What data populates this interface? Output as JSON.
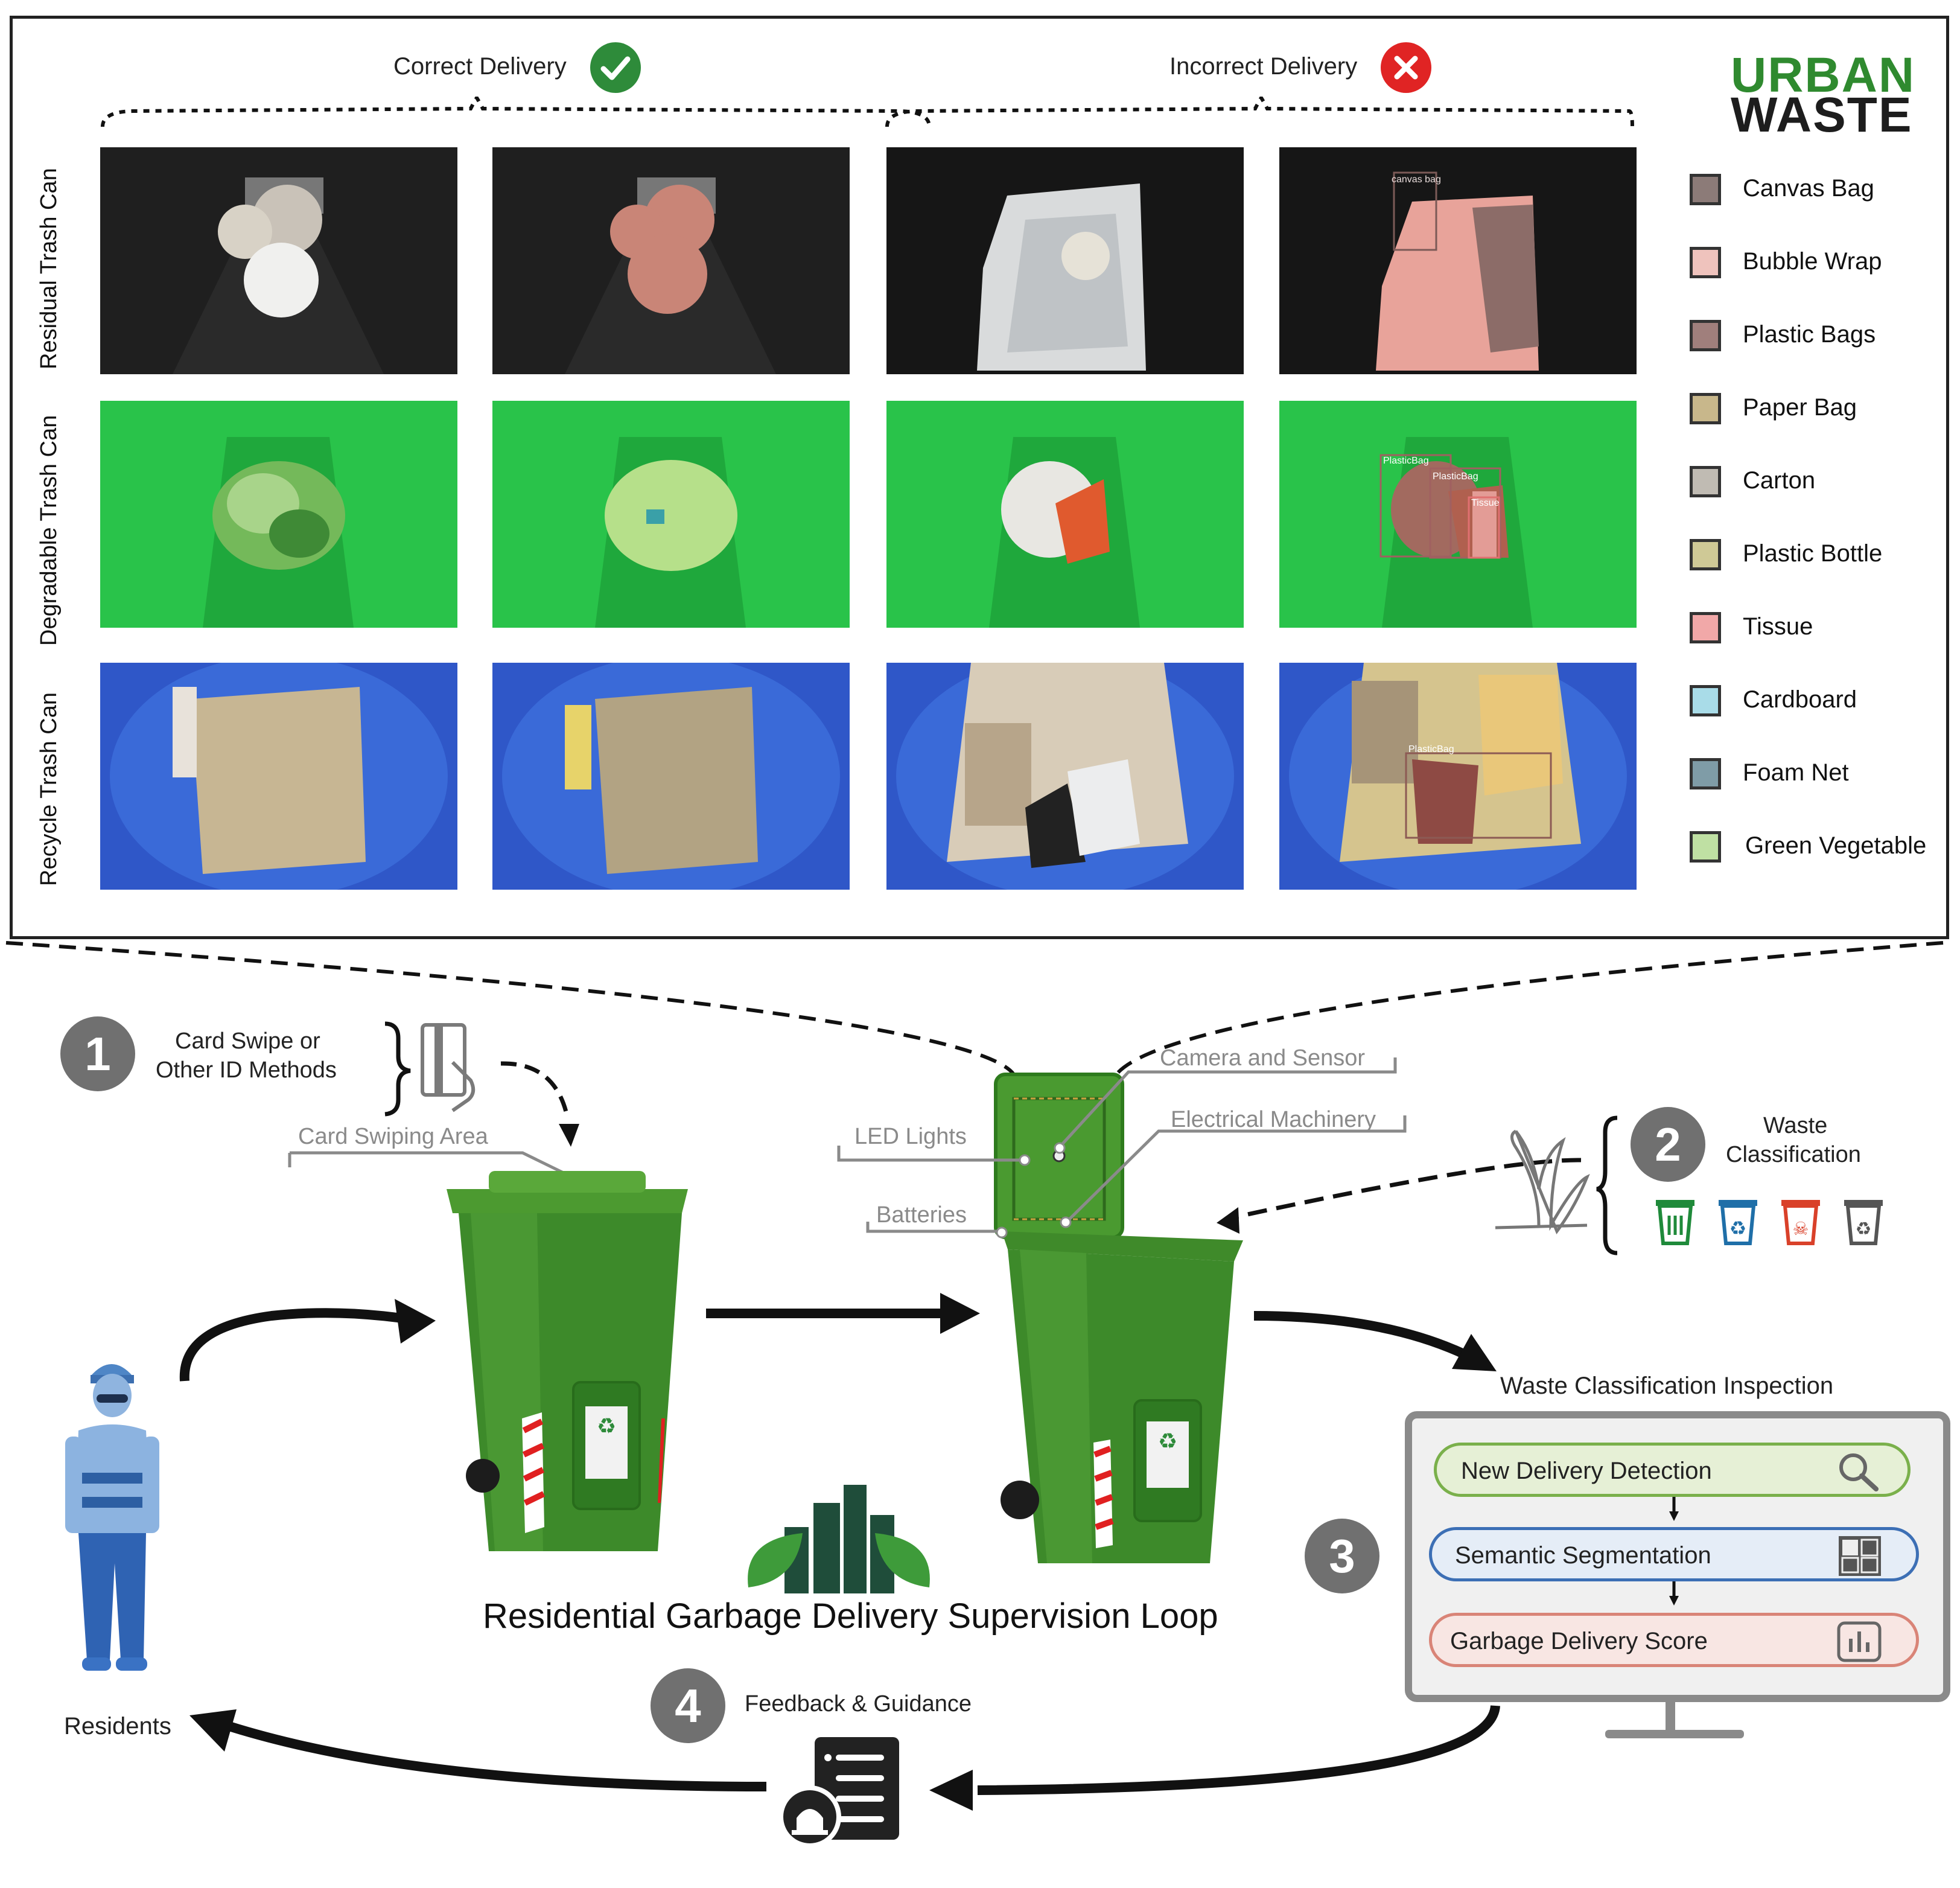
{
  "headers": {
    "correct": "Correct Delivery",
    "incorrect": "Incorrect Delivery"
  },
  "logo": {
    "line1": "URBAN",
    "line2": "WASTE"
  },
  "rows": [
    "Residual Trash Can",
    "Degradable Trash Can",
    "Recycle Trash Can"
  ],
  "annotations": {
    "canvas_bag": "canvas bag",
    "plastic_bag_1": "PlasticBag",
    "plastic_bag_2": "PlasticBag",
    "tissue": "Tissue",
    "plastic_bag_3": "PlasticBag"
  },
  "legend": [
    {
      "label": "Canvas Bag",
      "color": "#8c7b78"
    },
    {
      "label": "Bubble Wrap",
      "color": "#efc3bd"
    },
    {
      "label": "Plastic Bags",
      "color": "#a07f7c"
    },
    {
      "label": "Paper Bag",
      "color": "#c8b78b"
    },
    {
      "label": "Carton",
      "color": "#c0bbb3"
    },
    {
      "label": "Plastic Bottle",
      "color": "#cfc996"
    },
    {
      "label": "Tissue",
      "color": "#f1a8a8"
    },
    {
      "label": "Cardboard",
      "color": "#a9dce8"
    },
    {
      "label": "Foam Net",
      "color": "#7f9ca7"
    },
    {
      "label": "Green Vegetable",
      "color": "#bfe0a3"
    }
  ],
  "steps": {
    "s1_number": "1",
    "s1_line1": "Card Swipe or",
    "s1_line2": "Other ID Methods",
    "s2_number": "2",
    "s2_line1": "Waste",
    "s2_line2": "Classification",
    "s3_number": "3",
    "s4_number": "4",
    "s4_text": "Feedback & Guidance"
  },
  "bin_labels": {
    "card_area": "Card Swiping Area",
    "camera": "Camera and Sensor",
    "led": "LED Lights",
    "electrical": "Electrical Machinery",
    "batteries": "Batteries"
  },
  "inspection": {
    "title": "Waste Classification Inspection",
    "steps": [
      "New Delivery Detection",
      "Semantic Segmentation",
      "Garbage Delivery Score"
    ]
  },
  "loop_title": "Residential Garbage Delivery Supervision Loop",
  "residents": "Residents",
  "colors": {
    "bin_green": "#3d8a2a",
    "check_green": "#2e8b3a",
    "cross_red": "#e02424",
    "logo_green": "#2f8a2f",
    "step_gray": "#707070"
  }
}
